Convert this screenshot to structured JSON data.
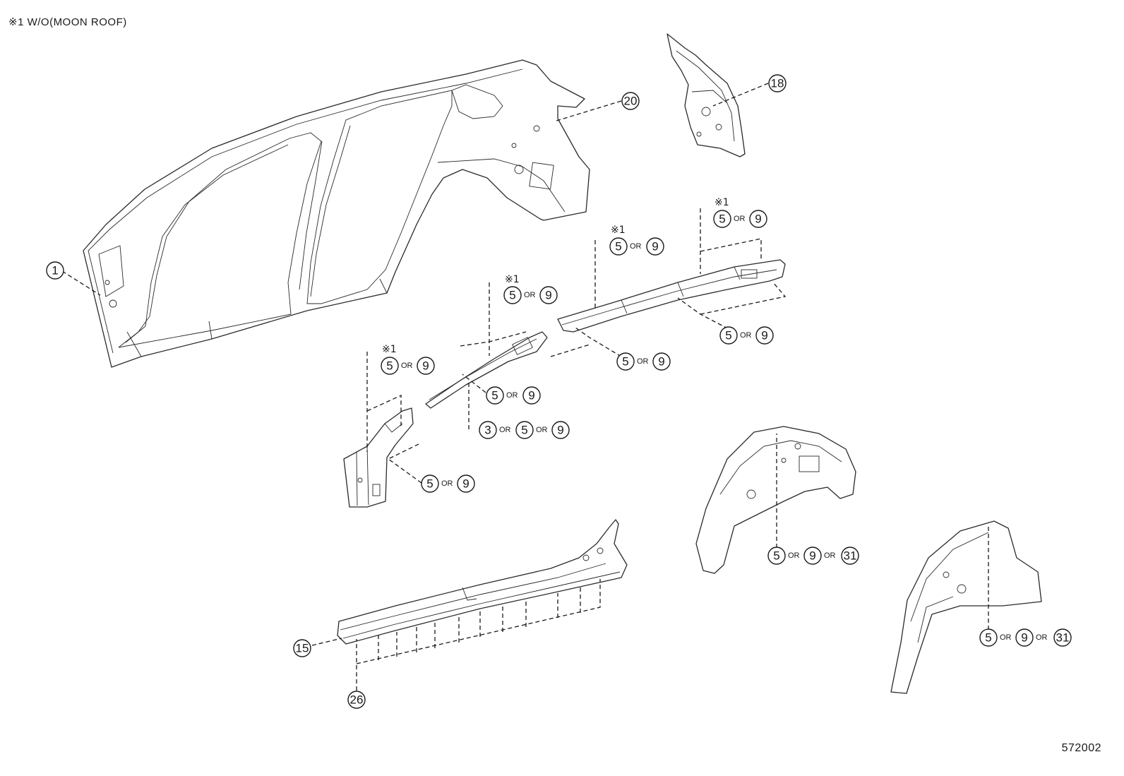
{
  "header_note": "※1 W/O(MOON ROOF)",
  "figure_id": "572002",
  "callouts": {
    "c1": "1",
    "c15": "15",
    "c18": "18",
    "c20": "20",
    "c26": "26"
  },
  "or_word": "OR",
  "footnote_mark": "※1",
  "weld_callouts": [
    {
      "nums": [
        "5",
        "9"
      ],
      "marked": true
    },
    {
      "nums": [
        "5",
        "9"
      ],
      "marked": true
    },
    {
      "nums": [
        "5",
        "9"
      ],
      "marked": true
    },
    {
      "nums": [
        "5",
        "9"
      ],
      "marked": true
    },
    {
      "nums": [
        "5",
        "9"
      ],
      "marked": false
    },
    {
      "nums": [
        "5",
        "9"
      ],
      "marked": false
    },
    {
      "nums": [
        "5",
        "9"
      ],
      "marked": false
    },
    {
      "nums": [
        "3",
        "5",
        "9"
      ],
      "marked": false
    },
    {
      "nums": [
        "5",
        "9"
      ],
      "marked": false
    },
    {
      "nums": [
        "5",
        "9",
        "31"
      ],
      "marked": false
    },
    {
      "nums": [
        "5",
        "9",
        "31"
      ],
      "marked": false
    }
  ]
}
